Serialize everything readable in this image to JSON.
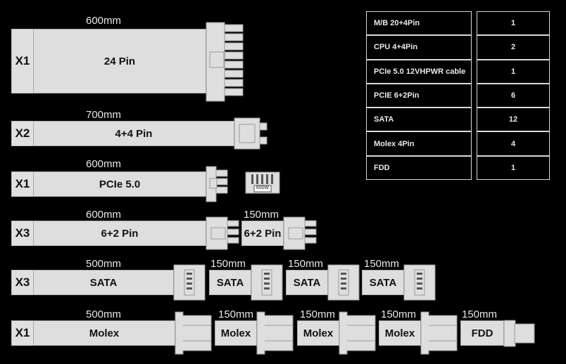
{
  "cables": [
    {
      "count": "X1",
      "length": "600mm",
      "label": "24 Pin"
    },
    {
      "count": "X2",
      "length": "700mm",
      "label": "4+4 Pin"
    },
    {
      "count": "X1",
      "length": "600mm",
      "label": "PCIe 5.0",
      "badge": "600W"
    },
    {
      "count": "X3",
      "length": "600mm",
      "label": "6+2 Pin",
      "ext_length": "150mm",
      "ext_label": "6+2 Pin"
    },
    {
      "count": "X3",
      "length": "500mm",
      "label": "SATA",
      "ext": [
        {
          "length": "150mm",
          "label": "SATA"
        },
        {
          "length": "150mm",
          "label": "SATA"
        },
        {
          "length": "150mm",
          "label": "SATA"
        }
      ]
    },
    {
      "count": "X1",
      "length": "500mm",
      "label": "Molex",
      "ext": [
        {
          "length": "150mm",
          "label": "Molex"
        },
        {
          "length": "150mm",
          "label": "Molex"
        },
        {
          "length": "150mm",
          "label": "Molex"
        },
        {
          "length": "150mm",
          "label": "FDD"
        }
      ]
    }
  ],
  "table": [
    {
      "name": "M/B 20+4Pin",
      "qty": "1"
    },
    {
      "name": "CPU 4+4Pin",
      "qty": "2"
    },
    {
      "name": "PCIe 5.0 12VHPWR cable",
      "qty": "1"
    },
    {
      "name": "PCIE 6+2Pin",
      "qty": "6"
    },
    {
      "name": "SATA",
      "qty": "12"
    },
    {
      "name": "Molex 4Pin",
      "qty": "4"
    },
    {
      "name": "FDD",
      "qty": "1"
    }
  ]
}
